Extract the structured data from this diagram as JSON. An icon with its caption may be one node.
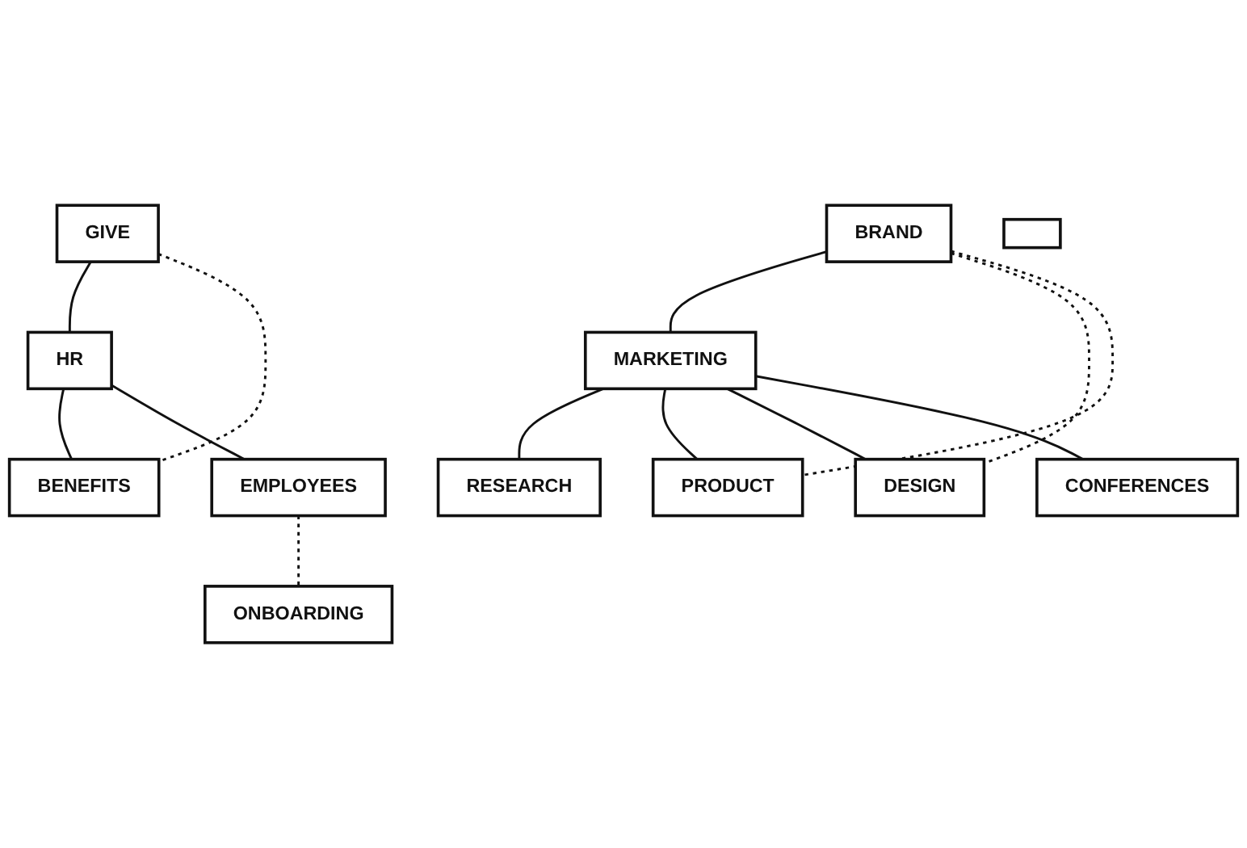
{
  "diagram": {
    "nodes": [
      {
        "text": [
          "BENEFITS"
        ]
      },
      {
        "text": [
          "BRAND"
        ]
      },
      {
        "text": [
          "RESEARCH"
        ]
      },
      {
        "text": [
          "GIVE"
        ]
      },
      {
        "text": [
          "HR"
        ]
      },
      {
        "text": [],
        "shape": "box"
      },
      {
        "text": [
          "MARKETING"
        ]
      },
      {
        "text": [
          "PRODUCT"
        ]
      },
      {
        "text": [
          "DESIGN"
        ]
      },
      {
        "text": [
          "CONFERENCES"
        ]
      },
      {
        "text": [
          "EMPLOYEES"
        ]
      },
      {
        "text": [
          "ONBOARDING"
        ]
      }
    ],
    "edges": [
      {
        "from": 4,
        "to": 0,
        "arrow": "none"
      },
      {
        "from": 3,
        "to": 4,
        "arrow": "none"
      },
      {
        "from": 4,
        "to": 10,
        "arrow": "none"
      },
      {
        "from": 3,
        "to": 0,
        "arrow": "none",
        "style": "dashed"
      },
      {
        "from": 10,
        "to": 11,
        "arrow": "none",
        "style": "dashed"
      },
      {
        "from": 1,
        "to": 6,
        "arrow": "none"
      },
      {
        "from": 6,
        "to": 2,
        "arrow": "none"
      },
      {
        "from": 6,
        "to": 7,
        "arrow": "none"
      },
      {
        "from": 6,
        "to": 8,
        "arrow": "none"
      },
      {
        "from": 6,
        "to": 9,
        "arrow": "none"
      },
      {
        "from": 1,
        "to": 8,
        "arrow": "none",
        "style": "dashed"
      },
      {
        "from": 1,
        "to": 7,
        "arrow": "none",
        "style": "dashed"
      }
    ]
  }
}
